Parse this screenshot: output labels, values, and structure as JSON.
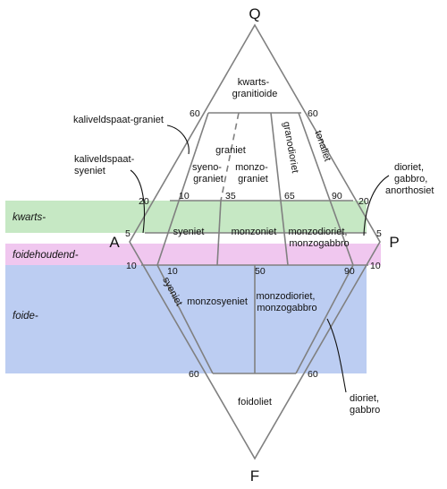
{
  "colors": {
    "quartz_band": "#c6e8c4",
    "foid_bearing_band": "#f0c7ef",
    "foid_band": "#bccdf2",
    "outline": "#808080",
    "text": "#111111"
  },
  "vertices": {
    "top": "Q",
    "left": "A",
    "right": "P",
    "bottom": "F"
  },
  "bands": {
    "quartz": "kwarts-",
    "foid_bearing": "foidehoudend-",
    "foid": "foide-"
  },
  "fields": {
    "quartz_granitoid": [
      "kwarts-",
      "granitioide"
    ],
    "granite": "graniet",
    "syenogranite": [
      "syeno-",
      "graniet"
    ],
    "monzogranite": [
      "monzo-",
      "graniet"
    ],
    "granodiorite": "granodioriet",
    "tonalite": "tonaliet",
    "syenite": "syeniet",
    "monzonite": "monzoniet",
    "monzodiorite_gabbro_upper": [
      "monzodioriet,",
      "monzogabbro"
    ],
    "syenite_lower": "syeniet",
    "monzosyenite": "monzosyeniet",
    "monzodiorite_gabbro_lower": [
      "monzodioriet,",
      "monzogabbro"
    ],
    "foidolite": "foidoliet"
  },
  "callouts": {
    "alkali_feldspar_granite": "kaliveldspaat-graniet",
    "alkali_feldspar_syenite": [
      "kaliveldspaat-",
      "syeniet"
    ],
    "diorite_upper": [
      "dioriet,",
      "gabbro,",
      "anorthosiet"
    ],
    "diorite_lower": [
      "dioriet,",
      "gabbro"
    ]
  },
  "ticks": {
    "q60_left": "60",
    "q60_right": "60",
    "q20_left": "20",
    "q20_right": "20",
    "q5_left": "5",
    "q5_right": "5",
    "f10_left": "10",
    "f10_right": "10",
    "f60_left": "60",
    "f60_right": "60",
    "upper_10": "10",
    "upper_35": "35",
    "upper_65": "65",
    "upper_90": "90",
    "lower_10": "10",
    "lower_50": "50",
    "lower_90": "90"
  }
}
